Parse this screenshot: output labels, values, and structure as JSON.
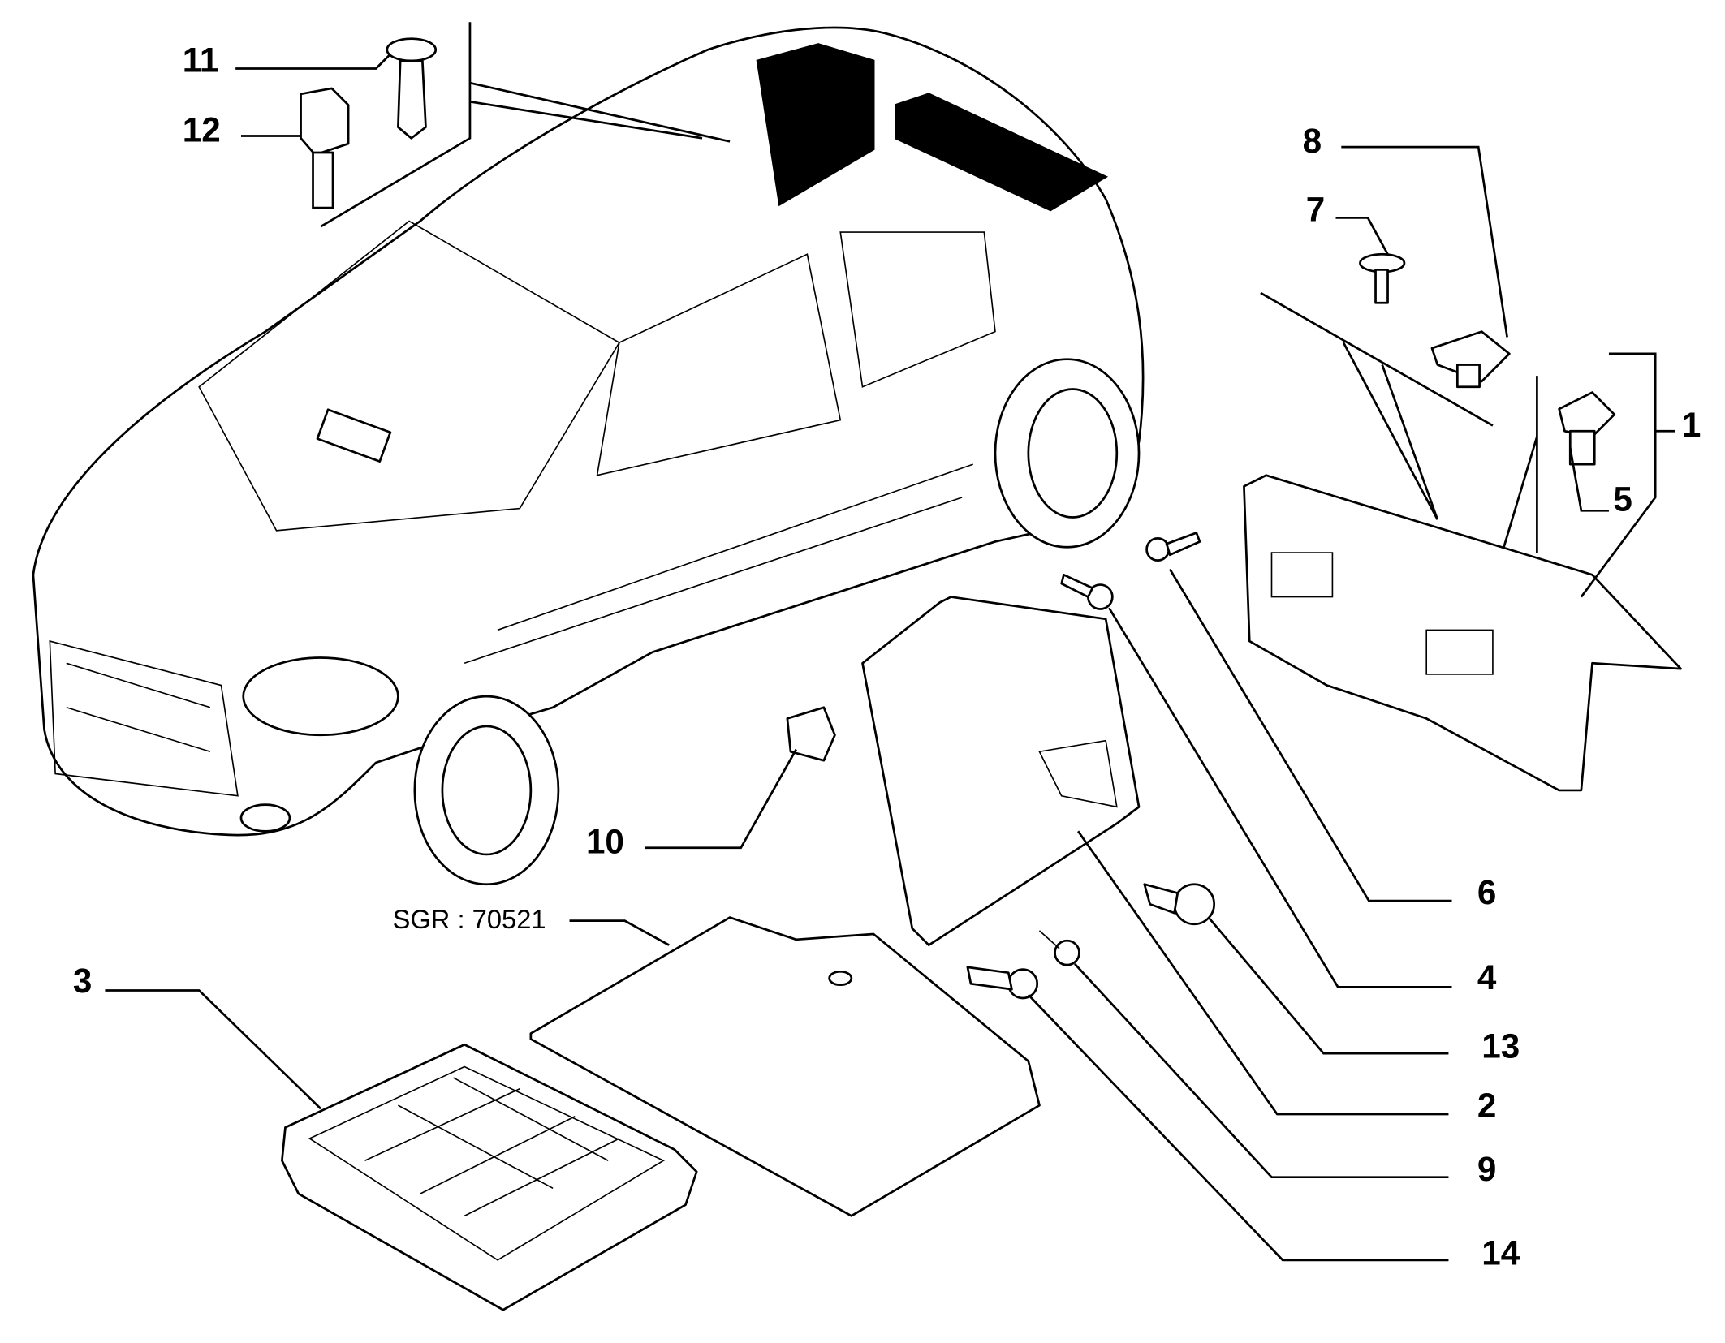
{
  "diagram": {
    "reference": "SGR : 70521",
    "callouts": [
      {
        "label": "11"
      },
      {
        "label": "12"
      },
      {
        "label": "8"
      },
      {
        "label": "7"
      },
      {
        "label": "1"
      },
      {
        "label": "5"
      },
      {
        "label": "6"
      },
      {
        "label": "4"
      },
      {
        "label": "13"
      },
      {
        "label": "2"
      },
      {
        "label": "9"
      },
      {
        "label": "14"
      },
      {
        "label": "10"
      },
      {
        "label": "3"
      }
    ]
  }
}
